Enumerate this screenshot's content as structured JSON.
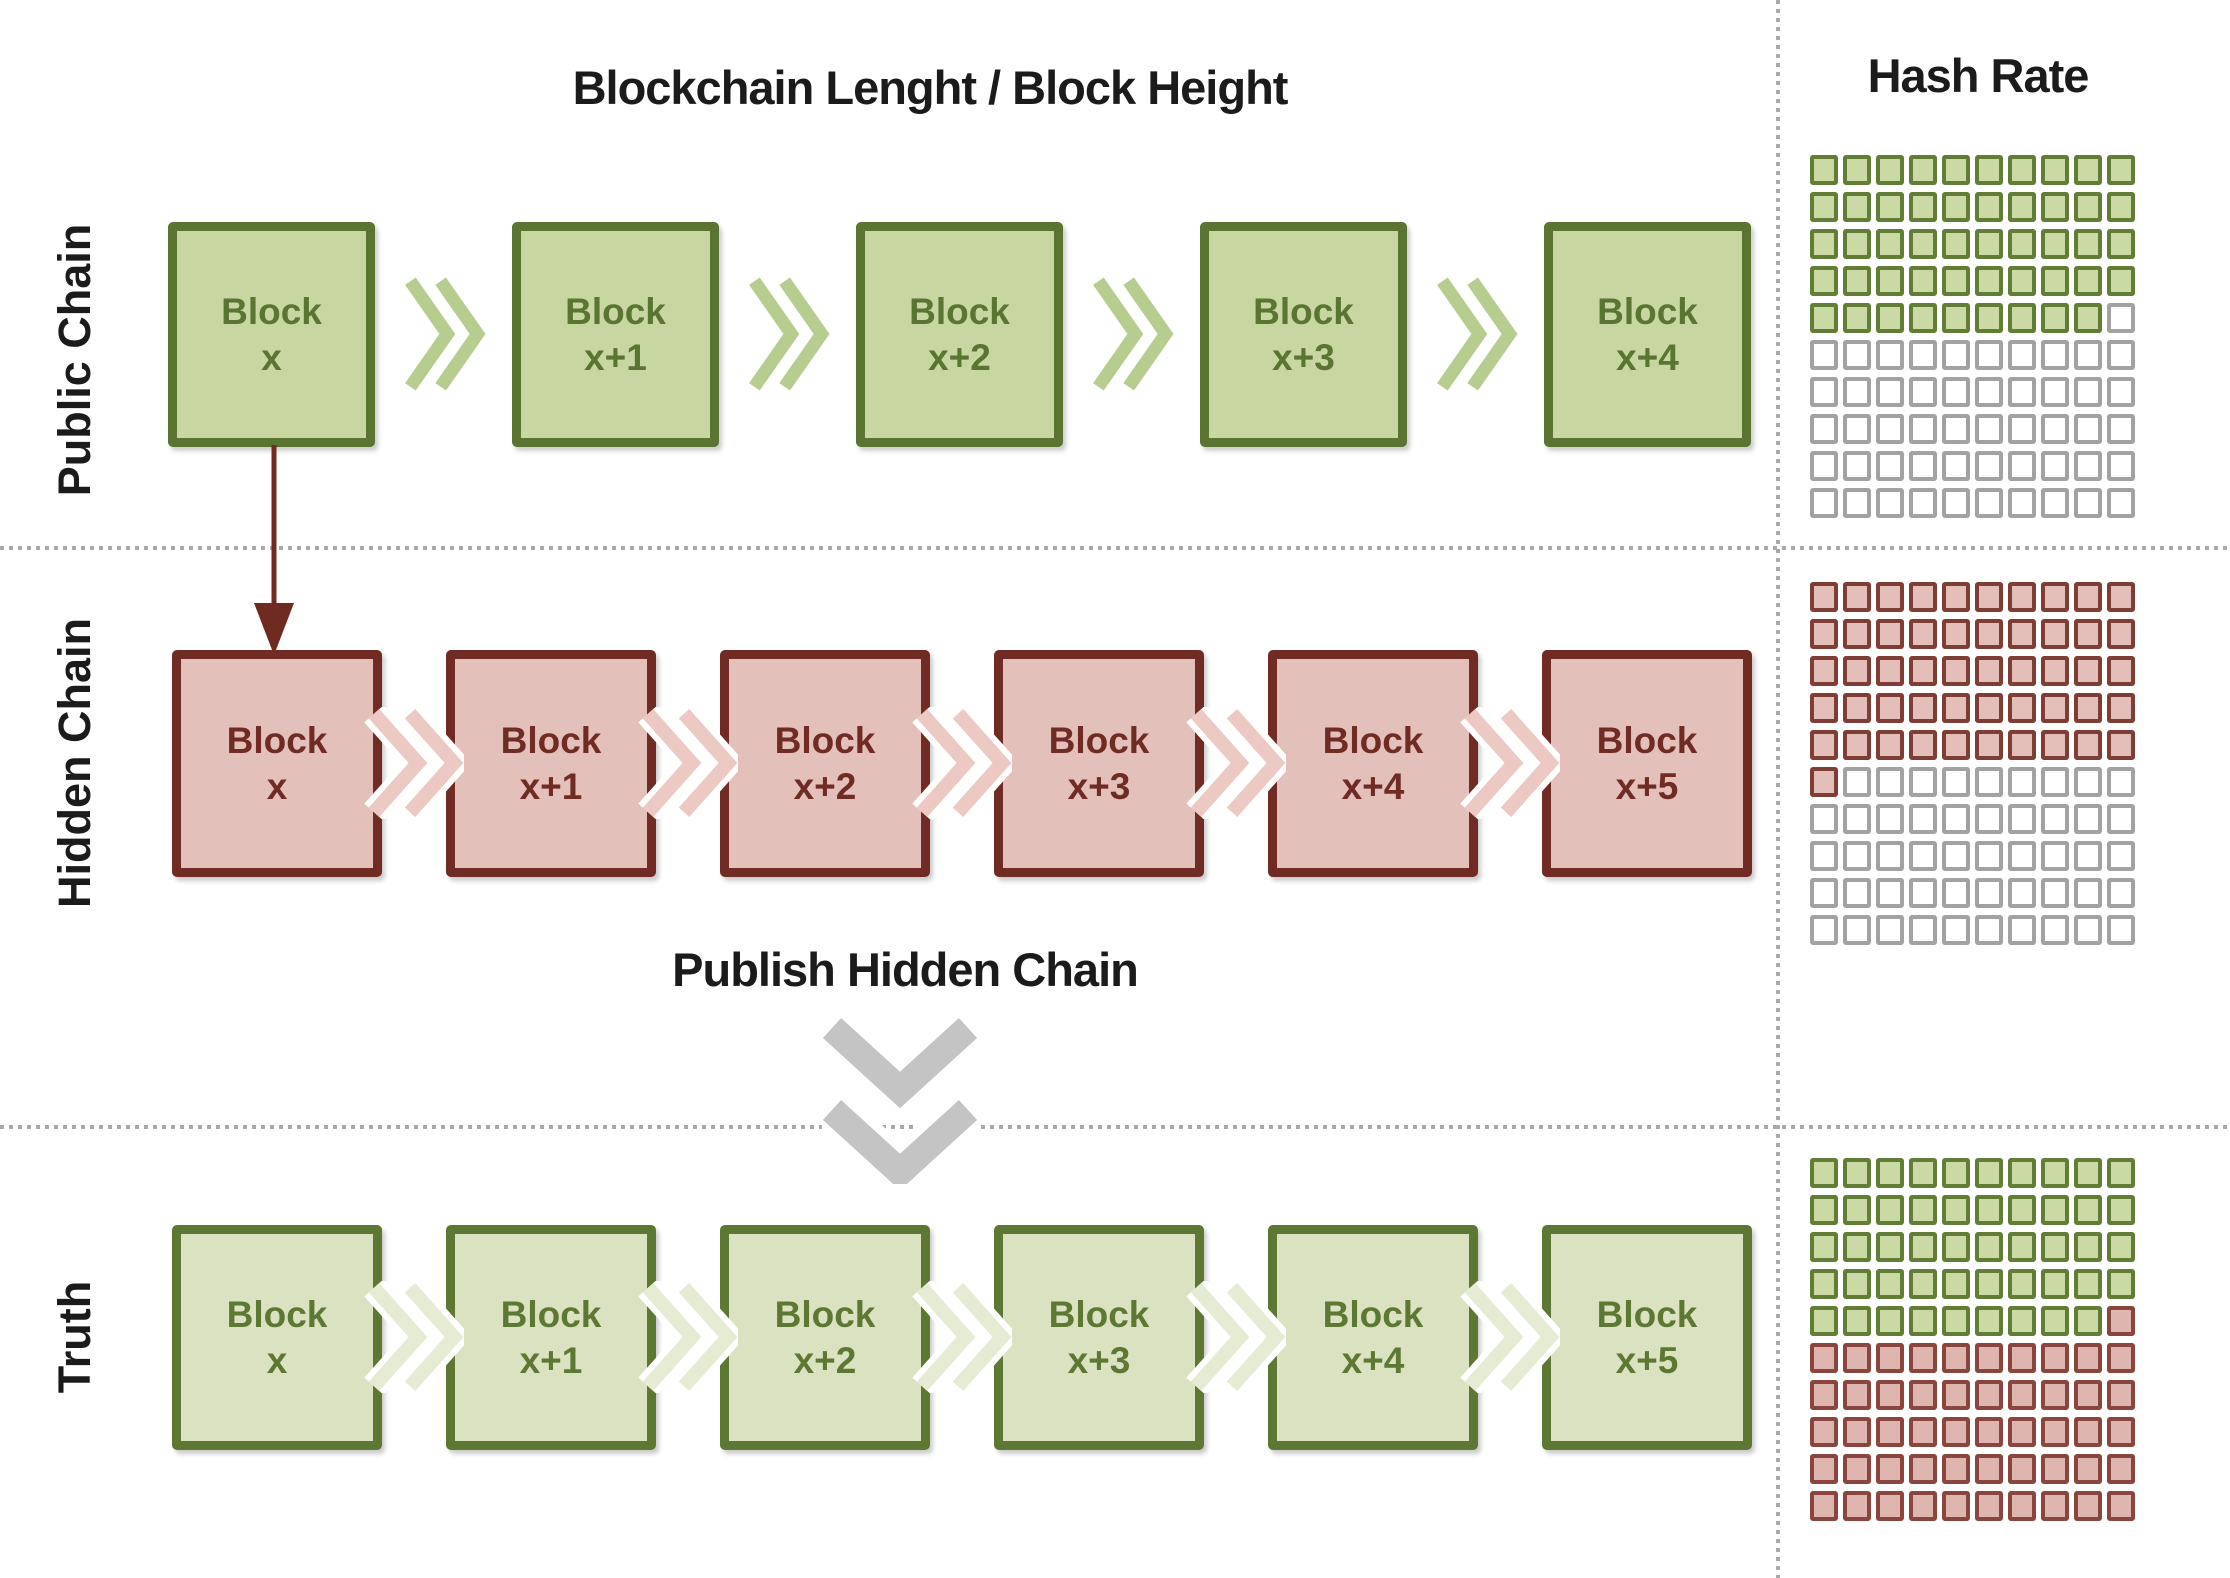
{
  "title": "Blockchain Lenght / Block Height",
  "hash_rate_title": "Hash Rate",
  "publish_label": "Publish Hidden Chain",
  "block_word": "Block",
  "chains": [
    {
      "id": "public",
      "label": "Public Chain",
      "blocks": [
        "x",
        "x+1",
        "x+2",
        "x+3",
        "x+4"
      ]
    },
    {
      "id": "hidden",
      "label": "Hidden Chain",
      "blocks": [
        "x",
        "x+1",
        "x+2",
        "x+3",
        "x+4",
        "x+5"
      ]
    },
    {
      "id": "truth",
      "label": "Truth",
      "blocks": [
        "x",
        "x+1",
        "x+2",
        "x+3",
        "x+4",
        "x+5"
      ]
    }
  ],
  "hash_grids": [
    {
      "id": "public-hash-rate",
      "green_count": 49,
      "white_count": 51,
      "red_count": 0,
      "rows": [
        "GGGGGGGGGG",
        "GGGGGGGGGG",
        "GGGGGGGGGG",
        "GGGGGGGGGG",
        "GGGGGGGGGW",
        "WWWWWWWWWW",
        "WWWWWWWWWW",
        "WWWWWWWWWW",
        "WWWWWWWWWW",
        "WWWWWWWWWW"
      ]
    },
    {
      "id": "hidden-hash-rate",
      "green_count": 0,
      "white_count": 49,
      "red_count": 51,
      "rows": [
        "RRRRRRRRRR",
        "RRRRRRRRRR",
        "RRRRRRRRRR",
        "RRRRRRRRRR",
        "RRRRRRRRRR",
        "RWWWWWWWWW",
        "WWWWWWWWWW",
        "WWWWWWWWWW",
        "WWWWWWWWWW",
        "WWWWWWWWWW"
      ]
    },
    {
      "id": "truth-hash-rate",
      "green_count": 49,
      "white_count": 0,
      "red_count": 51,
      "rows": [
        "GGGGGGGGGG",
        "GGGGGGGGGG",
        "GGGGGGGGGG",
        "GGGGGGGGGG",
        "GGGGGGGGGR",
        "RRRRRRRRRR",
        "RRRRRRRRRR",
        "RRRRRRRRRR",
        "RRRRRRRRRR",
        "RRRRRRRRRR"
      ]
    }
  ],
  "colors": {
    "text": "#1b1b1b",
    "divider_dots": "#a9a9a9",
    "public_fill": "#c8d6a2",
    "public_border": "#5a7432",
    "public_chevron": "#b7cd90",
    "hidden_fill": "#e3c0ba",
    "hidden_border": "#702c24",
    "hidden_chevron": "#ecc9c3",
    "truth_fill": "#dbe2c2",
    "truth_border": "#5d7832",
    "truth_chevron": "#e6ecd3",
    "arrow": "#6f2b22",
    "publish_chevron": "#c4c4c4",
    "hash_green_fill": "#cbd9a4",
    "hash_green_border": "#627d35",
    "hash_white_fill": "#ffffff",
    "hash_white_border": "#a2a2a2",
    "hash_red_fill": "#e4beb8",
    "hash_red_border": "#7e3d35",
    "hash_red2_fill": "#dfb6af",
    "hash_red2_border": "#8a453e"
  }
}
